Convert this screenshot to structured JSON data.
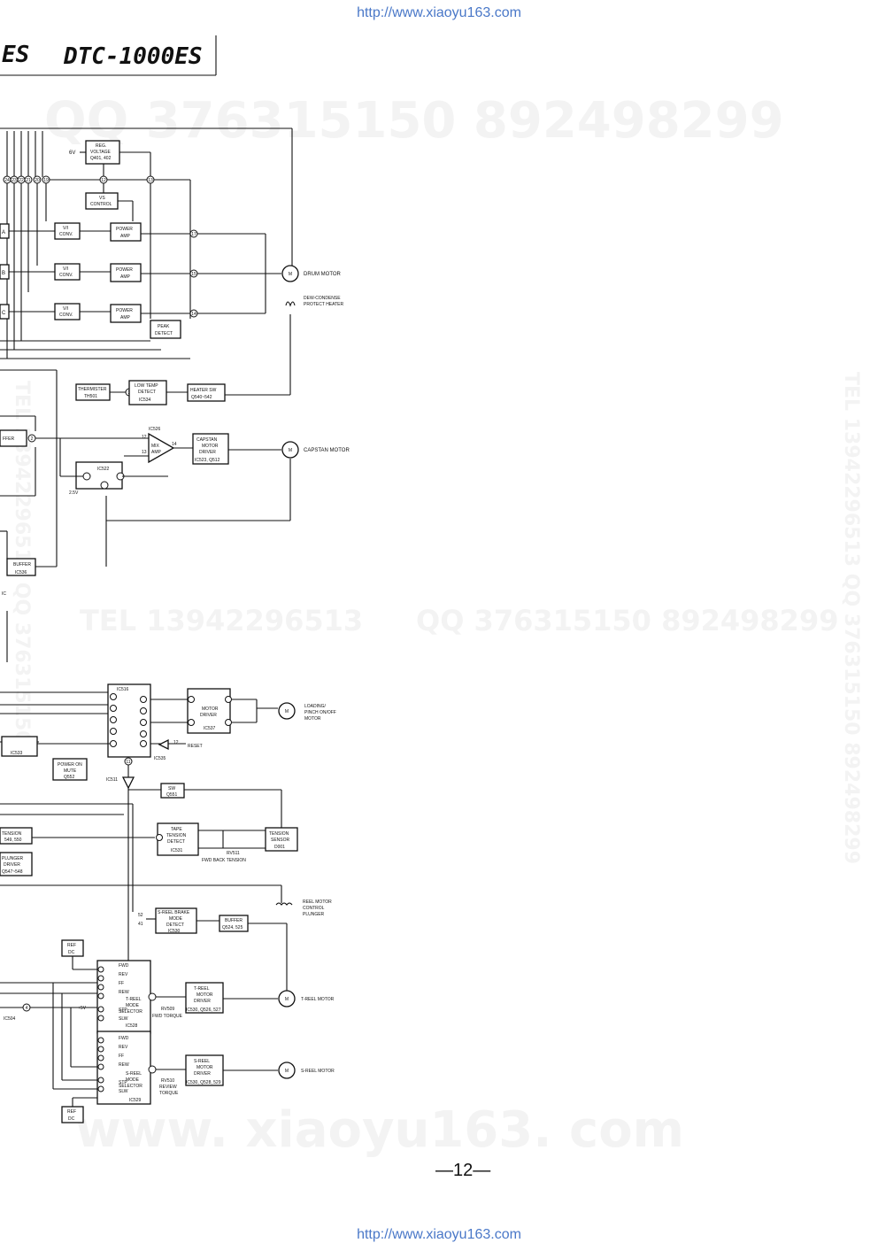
{
  "header": {
    "url_top": "http://www.xiaoyu163.com",
    "url_bottom": "http://www.xiaoyu163.com",
    "title_fragment_left": "ES",
    "title_fragment_model": "DTC-1000ES"
  },
  "watermarks": {
    "qq_top": "QQ 376315150   892498299",
    "tel_mid": "TEL 13942296513",
    "qq_mid": "QQ 376315150 892498299",
    "site_bottom": "www. xiaoyu163. com",
    "tel_vertical": "TEL 13942296513 QQ 376315150 892498299",
    "tel_vertical_left": "TEL 13942296513 QQ 376315150"
  },
  "page_number": "—12—",
  "drum": {
    "supply_6v": "6V",
    "reg_voltage": [
      "REG.",
      "VOLTAGE",
      "Q401, 402"
    ],
    "vs_control": [
      "VS",
      "CONTROL"
    ],
    "vi_conv": [
      "V/I",
      "CONV."
    ],
    "power_amp": [
      "POWER",
      "AMP"
    ],
    "peak_detect": [
      "PEAK",
      "DETECT"
    ],
    "drum_motor": "DRUM MOTOR",
    "dew": [
      "DEW-CONDENSE",
      "PROTECT HEATER"
    ],
    "phase_a": "A",
    "phase_b": "B",
    "phase_c": "C",
    "bus_pins": [
      "24",
      "23",
      "22",
      "21",
      "20",
      "19"
    ],
    "out_pins": [
      "17",
      "15",
      "14"
    ],
    "reg_pins": [
      "12",
      "13"
    ]
  },
  "thermal": {
    "thermister": [
      "THERMISTER",
      "TH501"
    ],
    "low_temp": [
      "LOW TEMP",
      "DETECT",
      "IC534"
    ],
    "heater_sw": [
      "HEATER SW",
      "Q540~542"
    ]
  },
  "capstan": {
    "buffer_left": "FFER",
    "ic526": "IC526",
    "mix_amp": [
      "MIX",
      "AMP"
    ],
    "pins": [
      "12",
      "13",
      "14"
    ],
    "driver": [
      "CAPSTAN",
      "MOTOR",
      "DRIVER",
      "IC523, Q512"
    ],
    "motor": "CAPSTAN MOTOR",
    "ic522": "IC522",
    "v25": "2.5V",
    "buffer_ic536": [
      "BUFFER",
      "IC536"
    ],
    "ic_fragment": "IC"
  },
  "loading": {
    "ic_top": "IC516",
    "driver": [
      "MOTOR",
      "DRIVER",
      "IC537"
    ],
    "motor": [
      "LOADING/",
      "PINCH ON/OFF",
      "MOTOR"
    ],
    "ic535": "IC535",
    "reset": "RESET",
    "power_on_mute": [
      "POWER ON",
      "MUTE",
      "Q552"
    ],
    "ic511": "IC511",
    "sw": [
      "SW",
      "Q551"
    ],
    "ic533": "IC533",
    "pin_labels": [
      "12",
      "13"
    ]
  },
  "tension": {
    "tape_tension": [
      "TAPE",
      "TENSION",
      "DETECT",
      "IC531"
    ],
    "sensor": [
      "TENSION",
      "SENSOR",
      "D001"
    ],
    "rv511": [
      "RV511",
      "FWD BACK TENSION"
    ],
    "left_tension": [
      "TENSION",
      "549, 550"
    ],
    "plunger": [
      "PLUNGER",
      "DRIVER",
      "Q547~548"
    ],
    "reel_plunger": [
      "REEL MOTOR",
      "CONTROL",
      "PLUNGER"
    ]
  },
  "reel": {
    "brake_detect": [
      "S-REEL BRAKE",
      "MODE",
      "DETECT",
      "IC530"
    ],
    "buffer": [
      "BUFFER",
      "Q524, 525"
    ],
    "pins_left": [
      "52",
      "41"
    ],
    "ref_top": [
      "REF",
      "DC"
    ],
    "ref_bottom": [
      "REF",
      "DC"
    ],
    "t_selector": [
      "T-REEL",
      "MODE",
      "SELECTOR"
    ],
    "t_ic": "IC528",
    "s_selector": [
      "S-REEL",
      "MODE",
      "SELECTOR"
    ],
    "s_ic": "IC529",
    "t_modes": [
      "FWD",
      "REV",
      "FF",
      "REW",
      "STP",
      "SLW"
    ],
    "s_modes": [
      "FWD",
      "REV",
      "FF",
      "REW",
      "STP",
      "SLW"
    ],
    "rv509": [
      "RV509",
      "FWD TORQUE"
    ],
    "rv510": [
      "RV510",
      "REVIEW",
      "TORQUE"
    ],
    "t_driver": [
      "T-REEL",
      "MOTOR",
      "DRIVER",
      "IC530, Q526, 527"
    ],
    "s_driver": [
      "S-REEL",
      "MOTOR",
      "DRIVER",
      "IC530, Q528, 529"
    ],
    "t_motor": "T-REEL MOTOR",
    "s_motor": "S-REEL MOTOR",
    "ic504": "IC504",
    "supply": "+5V"
  }
}
